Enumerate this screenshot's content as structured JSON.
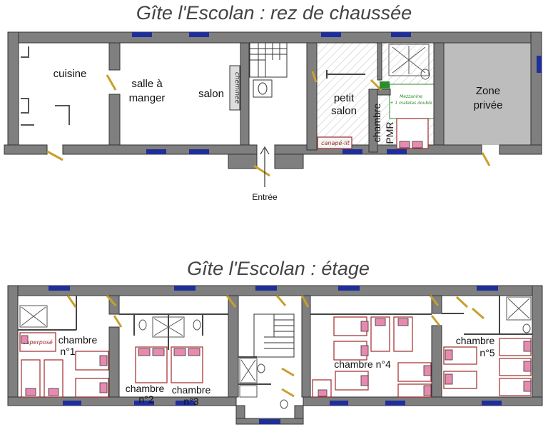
{
  "ground_floor": {
    "title": "Gîte l'Escolan : rez de chaussée",
    "rooms": {
      "cuisine": "cuisine",
      "salle_1": "salle à",
      "salle_2": "manger",
      "salon": "salon",
      "cheminee": "cheminée",
      "petit_1": "petit",
      "petit_2": "salon",
      "canape": "canapé-lit",
      "mezz_1": "Mezzanine",
      "mezz_2": "+ 1 matelas double",
      "chambre": "chambre",
      "pmr": "PMR",
      "zone_1": "Zone",
      "zone_2": "privée"
    },
    "entrance": "Entrée"
  },
  "upper_floor": {
    "title": "Gîte l'Escolan : étage",
    "rooms": {
      "ch1_a": "chambre",
      "ch1_b": "n°1",
      "superpose": "superposé",
      "ch2_a": "chambre",
      "ch2_b": "n°2",
      "ch3_a": "chambre",
      "ch3_b": "n°3",
      "ch4": "chambre n°4",
      "ch5_a": "chambre",
      "ch5_b": "n°5"
    }
  },
  "colors": {
    "wall": "#7f7f7f",
    "wall_edge": "#333333",
    "window": "#1f2f9a",
    "door": "#c8a02a",
    "bed": "#a12a2a",
    "pillow": "#e88ab0",
    "private_zone": "#bdbdbd",
    "mezzanine": "#2e8b2e"
  }
}
